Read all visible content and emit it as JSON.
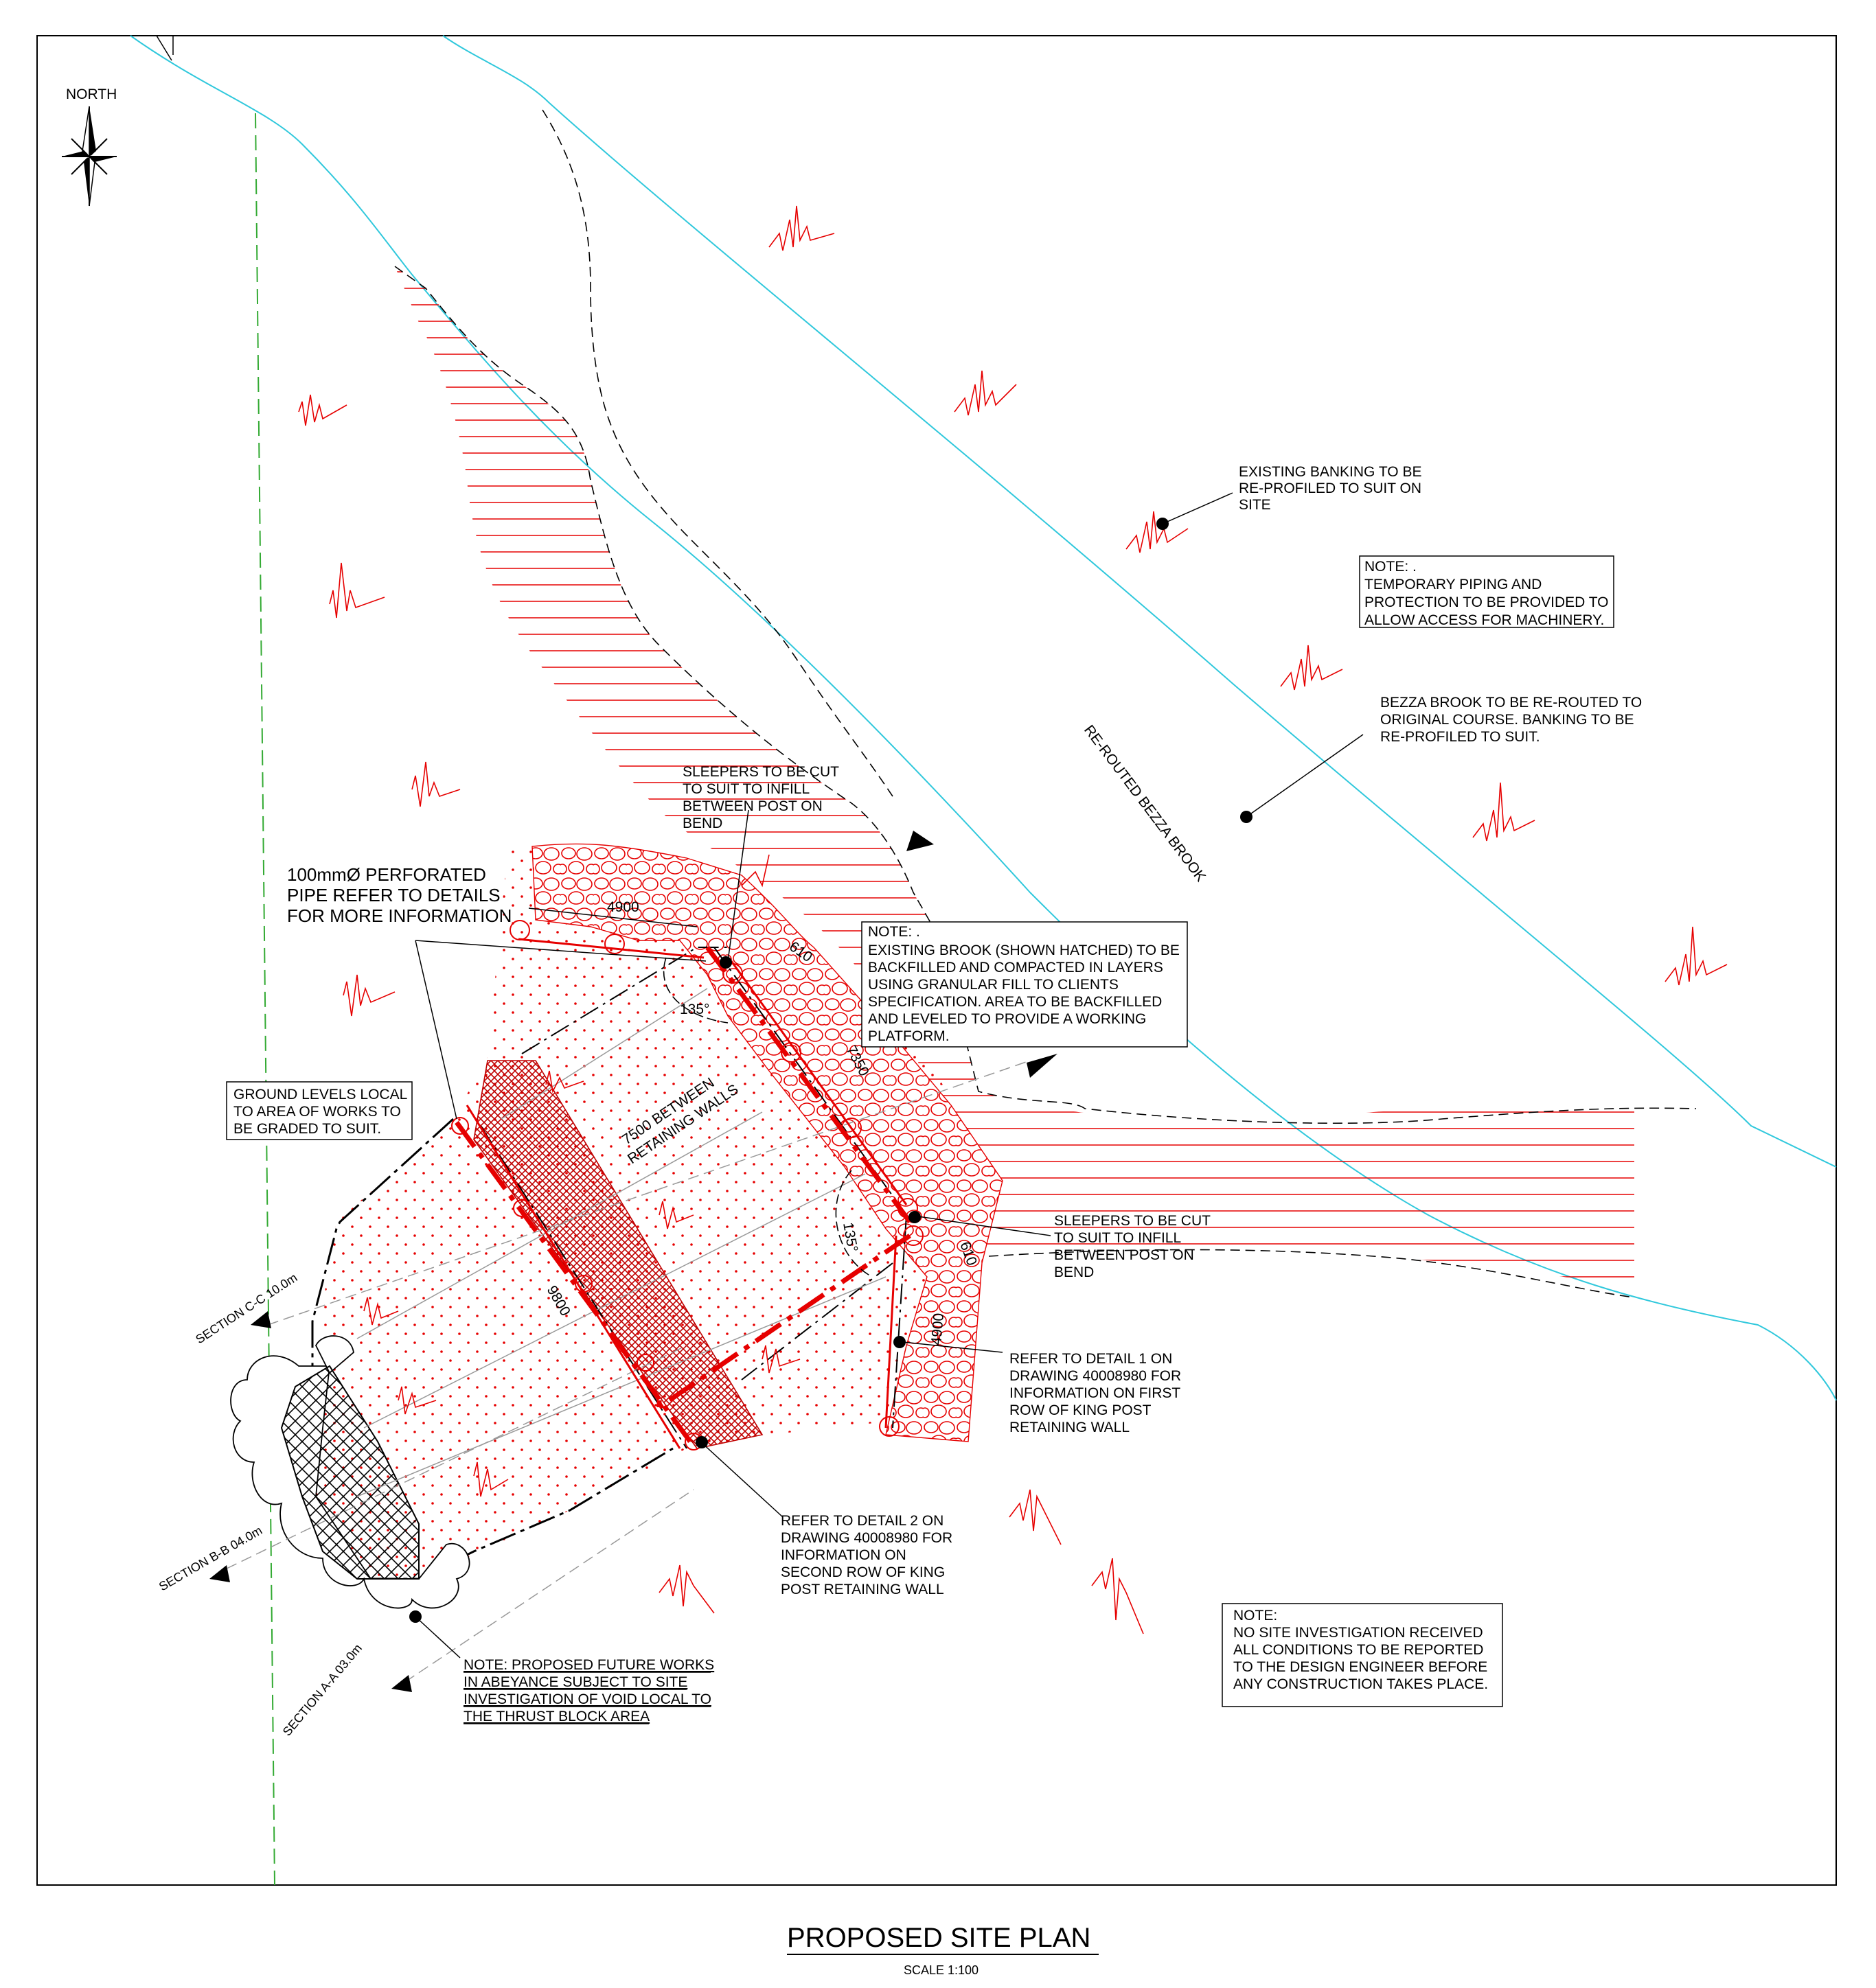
{
  "north_label": "NORTH",
  "brook_label": "RE-ROUTED BEZZA BROOK",
  "notes": {
    "banking": [
      "EXISTING BANKING TO BE",
      "RE-PROFILED TO SUIT ON",
      "SITE"
    ],
    "temp_piping": [
      "NOTE: .",
      "TEMPORARY PIPING AND",
      "PROTECTION TO BE PROVIDED TO",
      "ALLOW ACCESS FOR MACHINERY."
    ],
    "bezza": [
      "BEZZA BROOK TO BE RE-ROUTED TO",
      "ORIGINAL COURSE. BANKING TO BE",
      "RE-PROFILED TO SUIT."
    ],
    "sleepers_top": [
      "SLEEPERS TO BE CUT",
      "TO SUIT TO INFILL",
      "BETWEEN POST ON",
      "BEND"
    ],
    "pipe": [
      "100mmØ PERFORATED",
      "PIPE REFER TO DETAILS",
      "FOR MORE INFORMATION"
    ],
    "existing_brook": [
      "NOTE: .",
      "EXISTING BROOK (SHOWN HATCHED) TO BE",
      "BACKFILLED AND COMPACTED IN LAYERS",
      "USING GRANULAR FILL TO CLIENTS",
      "SPECIFICATION. AREA TO BE BACKFILLED",
      "AND  LEVELED TO PROVIDE A WORKING",
      "PLATFORM."
    ],
    "ground_levels": [
      "GROUND LEVELS LOCAL",
      "TO AREA OF WORKS TO",
      "BE GRADED TO SUIT."
    ],
    "sleepers_right": [
      "SLEEPERS TO BE CUT",
      "TO SUIT TO INFILL",
      "BETWEEN POST ON",
      "BEND"
    ],
    "detail1": [
      "REFER TO DETAIL 1 ON",
      "DRAWING 40008980 FOR",
      "INFORMATION ON FIRST",
      "ROW OF KING POST",
      "RETAINING WALL"
    ],
    "detail2": [
      "REFER TO DETAIL 2 ON",
      "DRAWING 40008980 FOR",
      "INFORMATION ON",
      "SECOND ROW OF KING",
      "POST RETAINING WALL"
    ],
    "future_works": [
      "NOTE: PROPOSED FUTURE WORKS",
      "IN ABEYANCE SUBJECT TO SITE",
      "INVESTIGATION OF VOID LOCAL TO",
      "THE THRUST BLOCK AREA"
    ],
    "no_site": [
      "NOTE:",
      "NO SITE INVESTIGATION RECEIVED",
      "ALL CONDITIONS TO BE REPORTED",
      "TO THE DESIGN ENGINEER BEFORE",
      "ANY CONSTRUCTION TAKES PLACE."
    ]
  },
  "dimensions": {
    "top_4900": "4900",
    "top_610": "610",
    "right_7350": "7350",
    "angle_top": "135°",
    "angle_right": "135°",
    "between_walls": [
      "7500 BETWEEN",
      "RETAINING WALLS"
    ],
    "wall_9800": "9800",
    "right_610": "610",
    "right_4900": "4900"
  },
  "sections": {
    "cc": "SECTION C-C 10.0m",
    "bb": "SECTION B-B 04.0m",
    "aa": "SECTION A-A 03.0m"
  },
  "title": "PROPOSED SITE PLAN",
  "scale": "SCALE 1:100",
  "colors": {
    "red": "#e60000",
    "cyan": "#30c8dc",
    "green": "#33aa33",
    "black": "#000000"
  }
}
